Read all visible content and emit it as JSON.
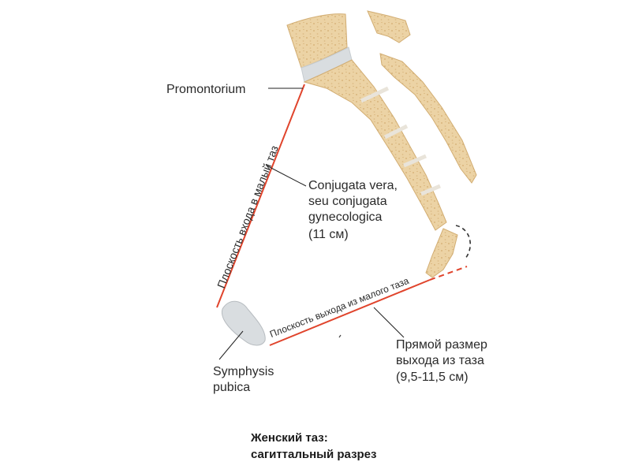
{
  "labels": {
    "promontorium": "Promontorium",
    "inlet_plane": "Плоскость входа в малый таз",
    "conjugata_line1": "Conjugata vera,",
    "conjugata_line2": "seu conjugata",
    "conjugata_line3": "gynecologica",
    "conjugata_line4": "(11 см)",
    "outlet_plane": "Плоскость выхода из малого таза",
    "outlet_size_line1": "Прямой размер",
    "outlet_size_line2": "выхода из таза",
    "outlet_size_line3": "(9,5-11,5 см)",
    "symphysis_line1": "Symphysis",
    "symphysis_line2": "pubica"
  },
  "caption": {
    "line1": "Женский таз:",
    "line2": "сагиттальный разрез"
  },
  "colors": {
    "bone": "#ecd3a5",
    "bone_edge": "#d2ad72",
    "cartilage": "#d9dde0",
    "measure_line": "#e0442c",
    "pointer_line": "#222222"
  }
}
